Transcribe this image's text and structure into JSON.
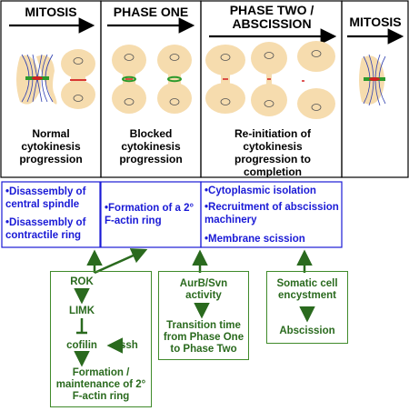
{
  "phases": [
    {
      "title": "MITOSIS",
      "caption": "Normal cytokinesis progression"
    },
    {
      "title": "PHASE ONE",
      "caption": "Blocked cytokinesis progression"
    },
    {
      "title": "PHASE TWO / ABSCISSION",
      "caption": "Re-initiation of cytokinesis progression to completion"
    },
    {
      "title": "MITOSIS",
      "caption": ""
    }
  ],
  "events": {
    "mitosis": [
      "•Disassembly of central spindle",
      "•Disassembly of contractile ring"
    ],
    "phase_one": [
      "•Formation of a 2° F-actin ring"
    ],
    "phase_two": [
      "•Cytoplasmic isolation",
      "•Recruitment of abscission machinery",
      "•Membrane scission"
    ]
  },
  "pathways": {
    "rok": "ROK",
    "limk": "LIMK",
    "cofilin": "cofilin",
    "ssh": "ssh",
    "formation": "Formation / maintenance of 2° F-actin ring",
    "aurb": "AurB/Svn activity",
    "transition": "Transition time from Phase One to Phase Two",
    "encystment": "Somatic cell encystment",
    "abscission": "Abscission"
  },
  "colors": {
    "blue": "#1a1ad6",
    "green": "#2a6a1e",
    "cell": "#f6dcae"
  }
}
